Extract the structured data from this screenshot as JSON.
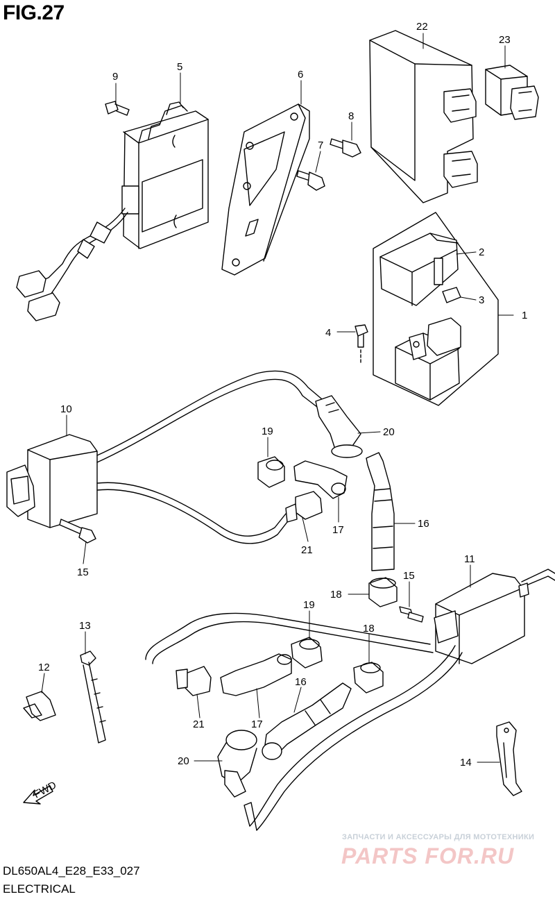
{
  "figure": {
    "title": "FIG.27",
    "model_code": "DL650AL4_E28_E33_027",
    "section": "ELECTRICAL",
    "fwd_label": "FWD"
  },
  "watermark": {
    "subtitle": "ЗАПЧАСТИ И АКСЕССУАРЫ ДЛЯ МОТОТЕХНИКИ",
    "brand": "PARTS FOR.RU"
  },
  "callouts": [
    "22",
    "23",
    "9",
    "5",
    "6",
    "8",
    "7",
    "2",
    "3",
    "1",
    "4",
    "10",
    "19",
    "20",
    "16",
    "17",
    "21",
    "15",
    "11",
    "15",
    "18",
    "19",
    "18",
    "13",
    "12",
    "16",
    "17",
    "21",
    "20",
    "14"
  ]
}
